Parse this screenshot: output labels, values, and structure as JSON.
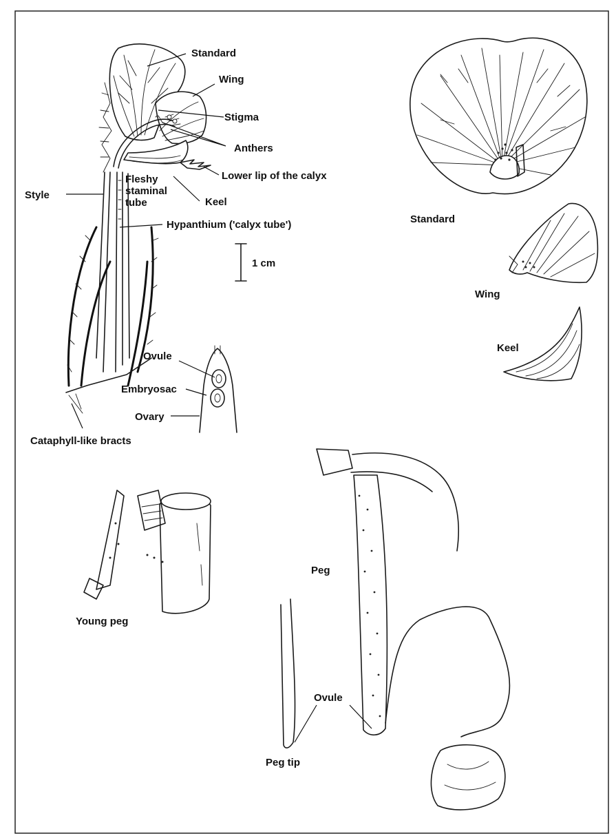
{
  "flower": {
    "standard": "Standard",
    "wing": "Wing",
    "stigma": "Stigma",
    "anthers": "Anthers",
    "lower_lip": "Lower lip of the calyx",
    "style": "Style",
    "fleshy_1": "Fleshy",
    "fleshy_2": "staminal",
    "fleshy_3": "tube",
    "keel": "Keel",
    "hypanthium": "Hypanthium ('calyx tube')",
    "scale": "1 cm",
    "ovule": "Ovule",
    "embryosac": "Embryosac",
    "ovary": "Ovary",
    "bracts": "Cataphyll-like bracts"
  },
  "petals": {
    "standard": "Standard",
    "wing": "Wing",
    "keel": "Keel"
  },
  "young_peg": {
    "label": "Young peg"
  },
  "peg": {
    "label": "Peg",
    "ovule": "Ovule",
    "tip": "Peg tip"
  }
}
